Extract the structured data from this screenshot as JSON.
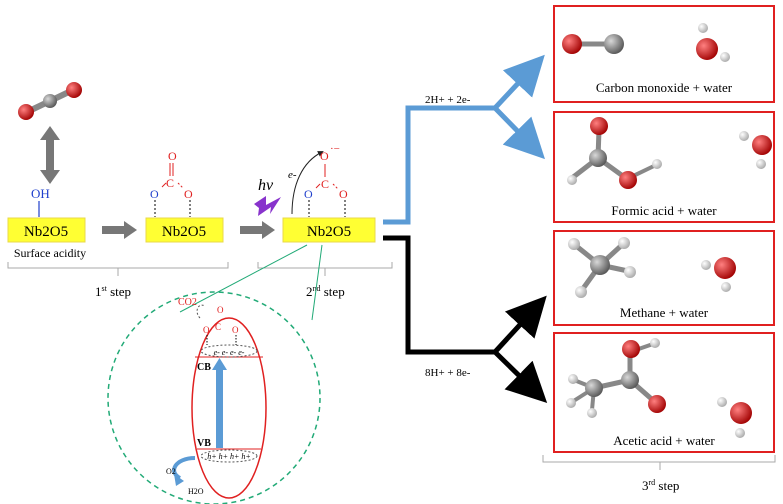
{
  "surfaces": {
    "s1": {
      "label": "Nb2O5",
      "group": "OH",
      "caption": "Surface acidity"
    },
    "s2": {
      "label": "Nb2O5"
    },
    "s3": {
      "label": "Nb2O5"
    }
  },
  "steps": {
    "step1": {
      "num": "1",
      "sup": "st",
      "word": " step"
    },
    "step2": {
      "num": "2",
      "sup": "nd",
      "word": " step"
    },
    "step3": {
      "num": "3",
      "sup": "rd",
      "word": " step"
    }
  },
  "light": {
    "label": "hv"
  },
  "electron": {
    "label": "e-"
  },
  "adsorbate": {
    "C": "C",
    "O": "O",
    "radical": "·−"
  },
  "pathways": {
    "upper": {
      "reagent": "2H+ + 2e-",
      "color": "#5b9bd5"
    },
    "lower": {
      "reagent": "8H+ + 8e-",
      "color": "#000000"
    }
  },
  "products": [
    {
      "label": "Carbon monoxide + water"
    },
    {
      "label": "Formic acid + water"
    },
    {
      "label": "Methane + water"
    },
    {
      "label": "Acetic acid + water"
    }
  ],
  "inset": {
    "cb": "CB",
    "vb": "VB",
    "electrons": "e- e- e- e-",
    "holes": "h+ h+ h+ h+",
    "co2": "CO2",
    "o2": "O2",
    "h2o": "H2O"
  },
  "colors": {
    "box_red": "#e02020",
    "surface_yellow": "#ffff33",
    "inset_green": "#22aa77",
    "carbon_gray": "#777777",
    "oxygen_red": "#cc1111",
    "hydrogen_white": "#dddddd",
    "flash_purple": "#8833cc",
    "blue_n": "#1f3fcc"
  }
}
